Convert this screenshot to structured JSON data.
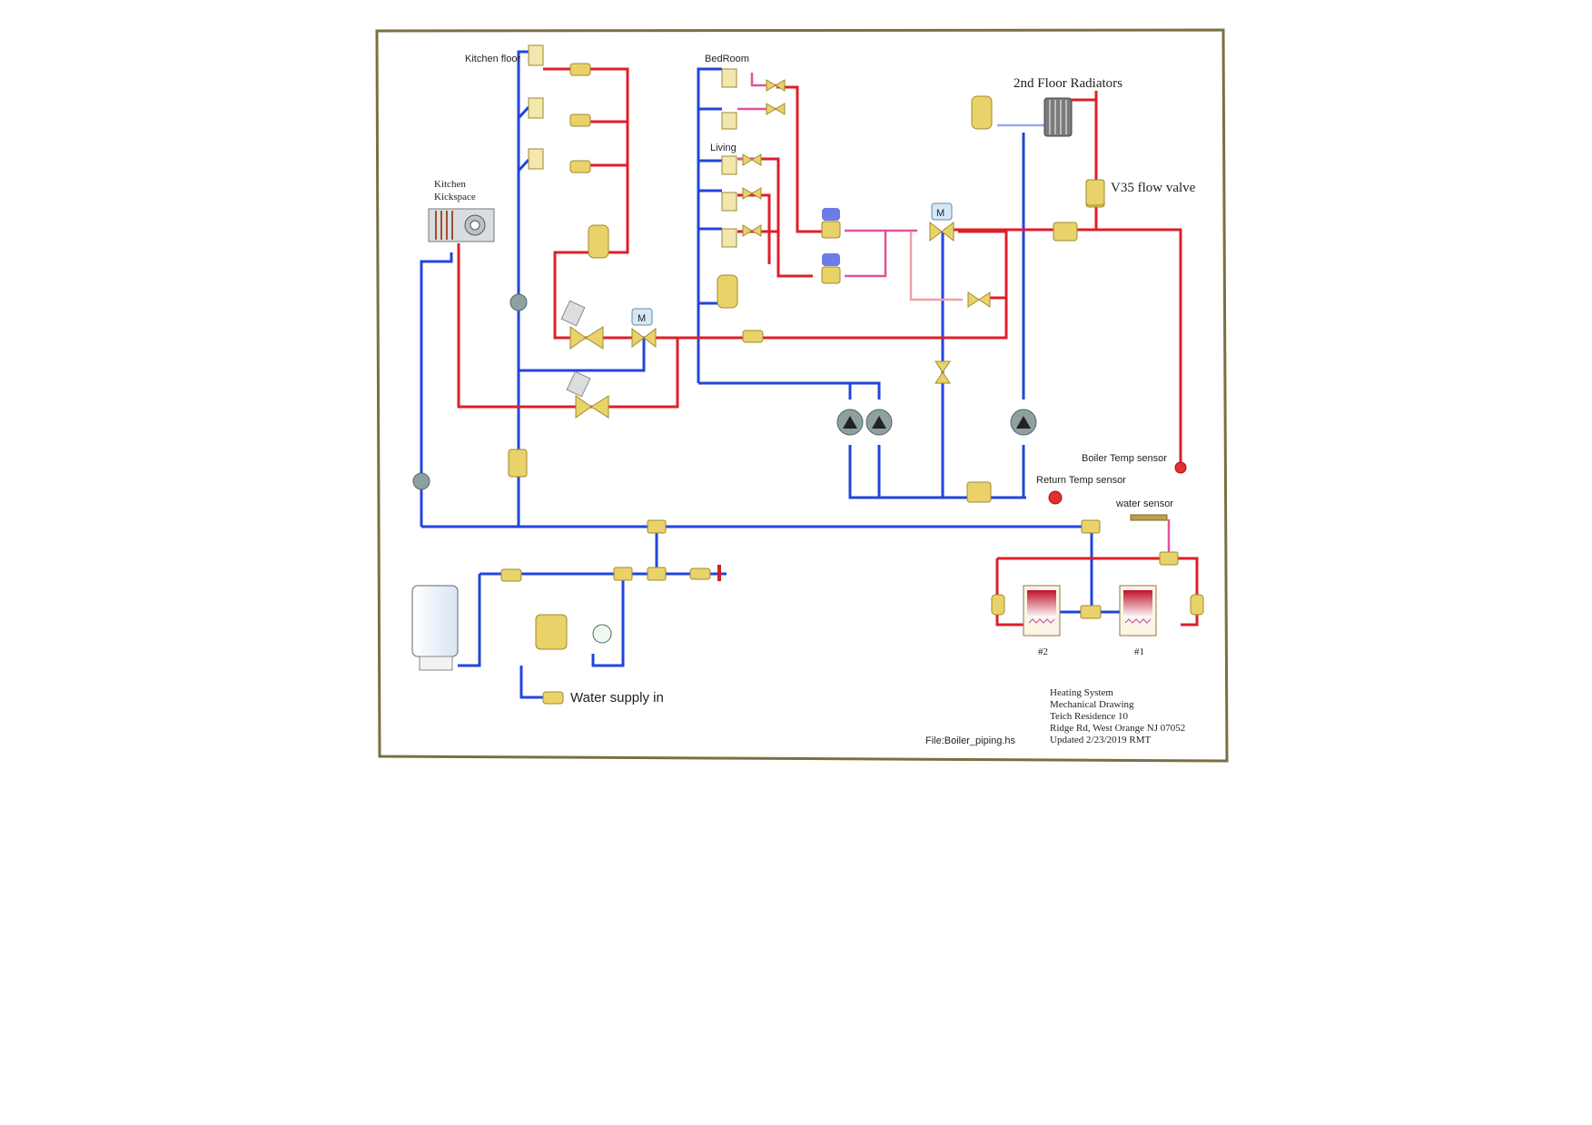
{
  "diagram": {
    "labels": {
      "kitchen_floor": "Kitchen floor",
      "bedroom": "BedRoom",
      "living": "Living",
      "second_floor": "2nd Floor Radiators",
      "kitchen_kickspace_1": "Kitchen",
      "kitchen_kickspace_2": "Kickspace",
      "v35": "V35 flow valve",
      "boiler_temp": "Boiler Temp sensor",
      "return_temp": "Return Temp sensor",
      "water_sensor": "water sensor",
      "water_supply": "Water supply in",
      "boiler_2": "#2",
      "boiler_1": "#1",
      "file": "File:Boiler_piping.hs",
      "motor_m": "M"
    },
    "title_block": {
      "line1": "Heating System",
      "line2": "Mechanical Drawing",
      "line3": "Teich Residence 10",
      "line4": "Ridge Rd, West Orange NJ 07052",
      "line5": "Updated 2/23/2019 RMT"
    },
    "colors": {
      "supply_pipe": "#dd1f2a",
      "return_pipe": "#2244dd",
      "brass": "#e9d26a",
      "frame": "#7a7040"
    }
  }
}
